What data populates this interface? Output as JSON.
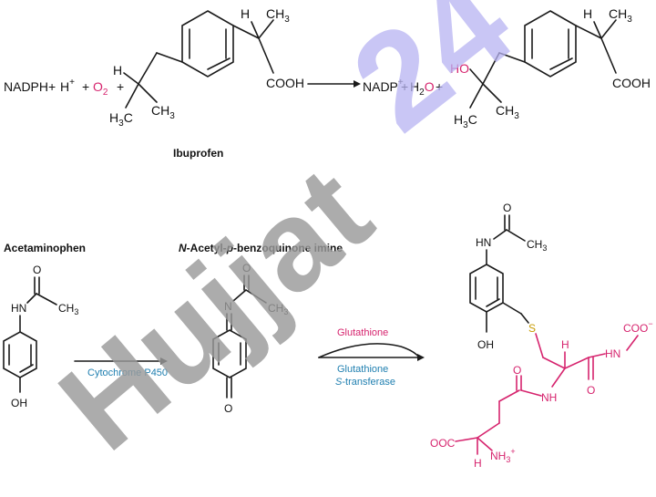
{
  "colors": {
    "black": "#111111",
    "highlight_pink": "#d6246e",
    "enzyme_blue": "#1f7fb0",
    "watermark_gray": "#9a9a9a",
    "watermark_purple": "#b7b3f2"
  },
  "reaction1": {
    "reactants": {
      "nadph": "NADPH",
      "plus1": "+",
      "h": "H",
      "h_charge": "+",
      "plus2": "+",
      "o": "O",
      "o_sub": "2",
      "plus3": "+"
    },
    "ibuprofen": {
      "h_top": "H",
      "ch3_top": "CH",
      "ch3_top_sub": "3",
      "h_left": "H",
      "h3c": "H",
      "h3c_sub": "3",
      "h3c_c": "C",
      "ch3_bottom": "CH",
      "ch3_bottom_sub": "3",
      "cooh": "COOH",
      "name": "Ibuprofen"
    },
    "products": {
      "nadp": "NADP",
      "nadp_charge": "+",
      "plus1": "+",
      "h2o_h": "H",
      "h2o_sub": "2",
      "h2o_o": "O",
      "plus2": "+"
    },
    "hydroxy_ibuprofen": {
      "h_top": "H",
      "ch3_top": "CH",
      "ch3_top_sub": "3",
      "ho": "HO",
      "h3c": "H",
      "h3c_sub": "3",
      "h3c_c": "C",
      "ch3_bottom": "CH",
      "ch3_bottom_sub": "3",
      "cooh": "COOH"
    }
  },
  "reaction2": {
    "acetaminophen": {
      "name": "Acetaminophen",
      "o": "O",
      "hn": "HN",
      "ch3": "CH",
      "ch3_sub": "3",
      "oh": "OH"
    },
    "enzyme1": "Cytochrome P450",
    "napqi": {
      "name_italic1": "N",
      "name_part2": "-Acetyl-",
      "name_italic2": "p",
      "name_part3": "-benzoquinone imine",
      "o_top": "O",
      "n": "N",
      "ch3": "CH",
      "ch3_sub": "3",
      "o_bottom": "O"
    },
    "cofactor": "Glutathione",
    "enzyme2_line1": "Glutathione",
    "enzyme2_italic": "S",
    "enzyme2_line2": "-transferase",
    "conjugate": {
      "o_top": "O",
      "hn": "HN",
      "ch3": "CH",
      "ch3_sub": "3",
      "s": "S",
      "oh": "OH",
      "coo_minus": "COO",
      "coo_charge": "−",
      "hn_right": "HN",
      "h_mid": "H",
      "nh": "NH",
      "o_right": "O",
      "o_mid": "O",
      "ooc": "OOC",
      "h_bottom": "H",
      "nh3": "NH",
      "nh3_sub": "3",
      "nh3_charge": "+"
    }
  },
  "watermark": {
    "gray_text": "Hujjat",
    "purple_text": "24"
  }
}
